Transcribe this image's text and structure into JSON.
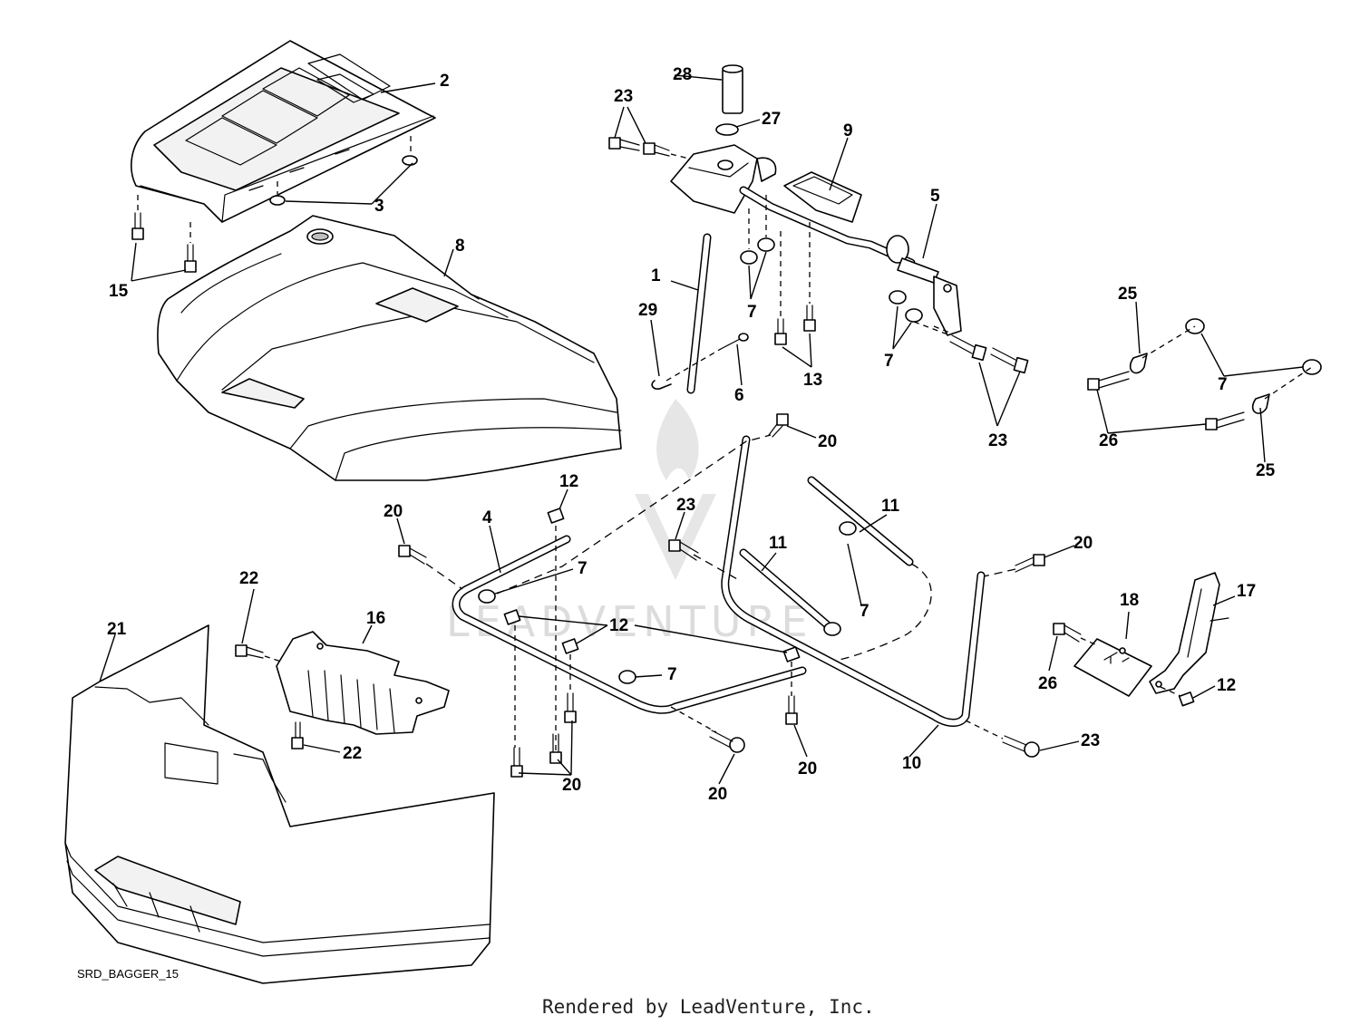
{
  "diagram_ref": "SRD_BAGGER_15",
  "footer_text": "Rendered by LeadVenture, Inc.",
  "watermark_text": "LEADVENTURE",
  "callouts": {
    "c1": "1",
    "c2": "2",
    "c3": "3",
    "c4": "4",
    "c5": "5",
    "c6": "6",
    "c7a": "7",
    "c7b": "7",
    "c7c": "7",
    "c7d": "7",
    "c7e": "7",
    "c7f": "7",
    "c8": "8",
    "c9": "9",
    "c10": "10",
    "c11a": "11",
    "c11b": "11",
    "c12a": "12",
    "c12b": "12",
    "c12c": "12",
    "c13": "13",
    "c15": "15",
    "c16": "16",
    "c17": "17",
    "c18": "18",
    "c20a": "20",
    "c20b": "20",
    "c20c": "20",
    "c20d": "20",
    "c20e": "20",
    "c20f": "20",
    "c21": "21",
    "c22a": "22",
    "c22b": "22",
    "c23a": "23",
    "c23b": "23",
    "c23c": "23",
    "c23d": "23",
    "c25a": "25",
    "c25b": "25",
    "c26a": "26",
    "c26b": "26",
    "c27": "27",
    "c28": "28",
    "c29": "29"
  }
}
